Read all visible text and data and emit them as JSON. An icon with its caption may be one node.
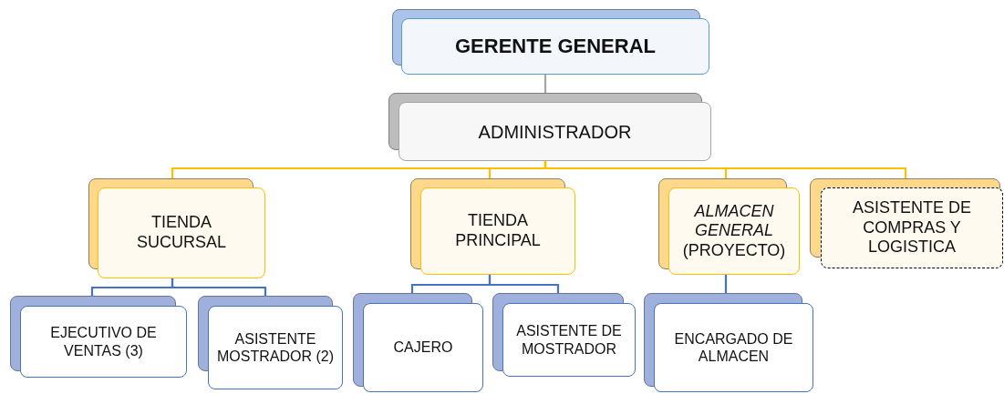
{
  "diagram": {
    "nodes": [
      {
        "text": [
          "GERENTE GENERAL"
        ]
      },
      {
        "text": [
          "ADMINISTRADOR"
        ]
      },
      {
        "text": [
          "TIENDA SUCURSAL"
        ]
      },
      {
        "text": [
          "TIENDA PRINCIPAL"
        ]
      },
      {
        "text": [
          "*ALMACEN GENERAL* (PROYECTO)"
        ]
      },
      {
        "text": [
          "ASISTENTE DE COMPRAS Y LOGISTICA"
        ]
      },
      {
        "text": [
          "EJECUTIVO DE VENTAS (3)"
        ]
      },
      {
        "text": [
          "ASISTENTE MOSTRADOR (2)"
        ]
      },
      {
        "text": [
          "CAJERO"
        ]
      },
      {
        "text": [
          "ASISTENTE DE MOSTRADOR"
        ]
      },
      {
        "text": [
          "ENCARGADO DE ALMACEN"
        ]
      }
    ],
    "edges": [
      {
        "from": 0,
        "to": 1,
        "arrow": "none",
        "color": "#a5a5a5"
      },
      {
        "from": 1,
        "to": 2,
        "arrow": "none",
        "color": "#ffc000"
      },
      {
        "from": 1,
        "to": 3,
        "arrow": "none",
        "color": "#ffc000"
      },
      {
        "from": 1,
        "to": 4,
        "arrow": "none",
        "color": "#ffc000"
      },
      {
        "from": 1,
        "to": 5,
        "arrow": "none",
        "color": "#ffc000"
      },
      {
        "from": 2,
        "to": 6,
        "arrow": "none"
      },
      {
        "from": 2,
        "to": 7,
        "arrow": "none"
      },
      {
        "from": 3,
        "to": 8,
        "arrow": "none"
      },
      {
        "from": 3,
        "to": 9,
        "arrow": "none"
      },
      {
        "from": 4,
        "to": 10,
        "arrow": "none"
      }
    ]
  }
}
